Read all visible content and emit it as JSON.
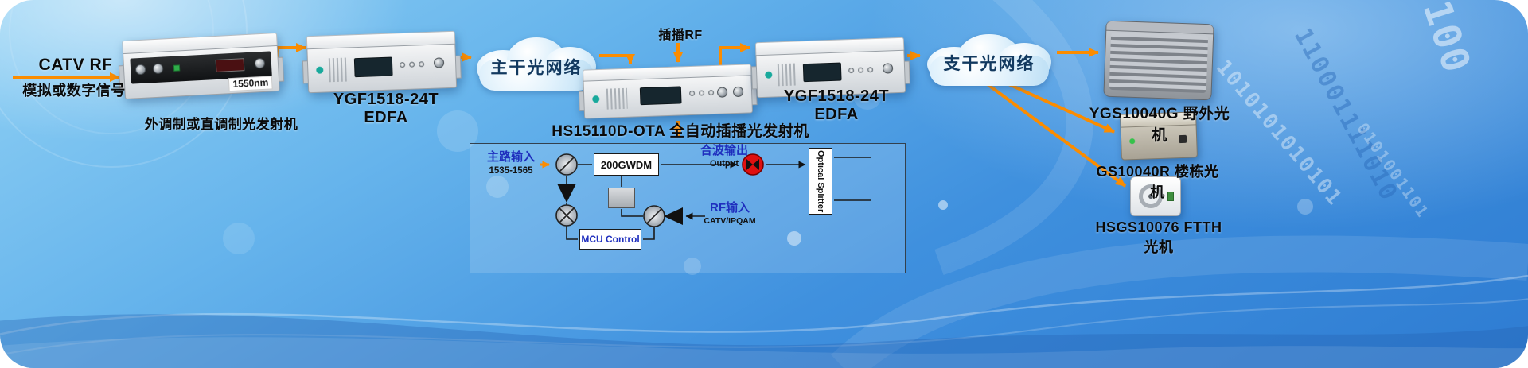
{
  "flow": {
    "source": {
      "title": "CATV RF",
      "subtitle": "模拟或数字信号"
    },
    "transmitter": {
      "caption": "外调制或直调制光发射机",
      "wavelength": "1550nm"
    },
    "edfa1": {
      "caption": "YGF1518-24T EDFA"
    },
    "trunk_cloud": {
      "label": "主干光网络"
    },
    "insert_rf_label": "插播RF",
    "insert_transmitter": {
      "caption": "HS15110D-OTA 全自动插播光发射机"
    },
    "edfa2": {
      "caption": "YGF1518-24T EDFA"
    },
    "branch_cloud": {
      "label": "支干光网络"
    },
    "outdoor_receiver": {
      "caption": "YGS10040G 野外光机"
    },
    "building_receiver": {
      "caption": "GS10040R 楼栋光机"
    },
    "ftth_receiver": {
      "caption": "HSGS10076 FTTH 光机"
    }
  },
  "internal": {
    "main_input": "主路输入",
    "main_input_range": "1535-1565",
    "wdm": "200GWDM",
    "combine_output": "合波输出",
    "combine_output_en": "Output",
    "splitter": "Optical Splitter",
    "mcu": "MCU Control",
    "rf_input": "RF输入",
    "rf_input_sub": "CATV/IPQAM"
  },
  "decor": {
    "binary_a": "1010101010101",
    "binary_b": "110001111010",
    "binary_c": "100",
    "binary_d": "0101001101"
  },
  "colors": {
    "arrow": "#fb8c00",
    "cloud_text": "#12395f",
    "diagram_blue": "#1f2fbe",
    "red_node": "#e01010",
    "background_top": "#8fd0f4",
    "background_bottom": "#2e7cd2"
  }
}
